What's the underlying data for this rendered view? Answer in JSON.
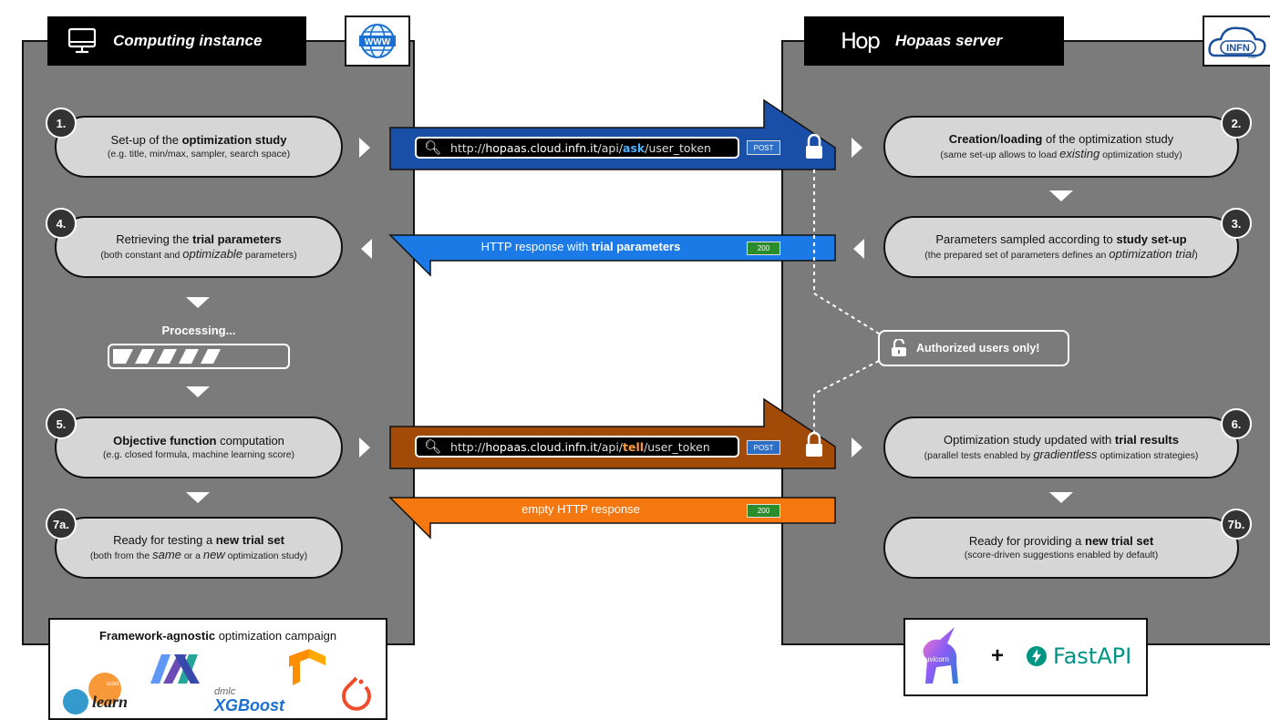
{
  "left_header": {
    "title": "Computing instance",
    "icon": "monitor-icon"
  },
  "right_header": {
    "title": "Hopaas server",
    "logo_text": "Hop"
  },
  "www_logo": {
    "text": "WWW"
  },
  "infn_logo": {
    "text": "INFN",
    "subtext": "CNAF"
  },
  "steps": {
    "s1": {
      "num": "1.",
      "title_pre": "Set-up of the ",
      "title_bold": "optimization study",
      "sub": "(e.g. title, min/max, sampler, search space)"
    },
    "s4": {
      "num": "4.",
      "title_pre": "Retrieving the ",
      "title_bold": "trial parameters",
      "sub_pre": "(both constant and ",
      "sub_it": "optimizable",
      "sub_post": " parameters)"
    },
    "s5": {
      "num": "5.",
      "title_bold": "Objective function",
      "title_post": " computation",
      "sub": "(e.g. closed formula, machine learning score)"
    },
    "s7a": {
      "num": "7a.",
      "title_pre": "Ready for testing a ",
      "title_bold": "new trial set",
      "sub_pre": "(both from the ",
      "sub_it1": "same",
      "sub_mid": " or a ",
      "sub_it2": "new",
      "sub_post": " optimization study)"
    },
    "s2": {
      "num": "2.",
      "title_bold1": "Creation",
      "title_sep": "/",
      "title_bold2": "loading",
      "title_post": " of the optimization study",
      "sub_pre": "(same set-up allows to load ",
      "sub_it": "existing",
      "sub_post": " optimization study)"
    },
    "s3": {
      "num": "3.",
      "title_pre": "Parameters sampled according to ",
      "title_bold": "study set-up",
      "sub_pre": "(the prepared set of parameters defines an ",
      "sub_it": "optimization trial",
      "sub_post": ")"
    },
    "s6": {
      "num": "6.",
      "title_pre": "Optimization study updated with ",
      "title_bold": "trial results",
      "sub_pre": "(parallel tests enabled by ",
      "sub_it": "gradientless",
      "sub_post": " optimization strategies)"
    },
    "s7b": {
      "num": "7b.",
      "title_pre": "Ready for providing a ",
      "title_bold": "new trial set",
      "sub": "(score-driven suggestions enabled by default)"
    }
  },
  "processing": {
    "label": "Processing..."
  },
  "ask_request": {
    "url_pre": "http://",
    "url_host": "hopaas.cloud.infn.it",
    "url_mid": "/api/",
    "url_action": "ask",
    "url_post": "/user_token",
    "method": "POST",
    "color": "#1a4fa8"
  },
  "ask_response": {
    "text_pre": "HTTP response with ",
    "text_bold": "trial parameters",
    "code": "200",
    "color": "#1b7ae6"
  },
  "tell_request": {
    "url_pre": "http://",
    "url_host": "hopaas.cloud.infn.it",
    "url_mid": "/api/",
    "url_action": "tell",
    "url_post": "/user_token",
    "method": "POST",
    "color": "#a24a07"
  },
  "tell_response": {
    "text": "empty HTTP response",
    "code": "200",
    "color": "#f5770f"
  },
  "auth": {
    "label": "Authorized users only!",
    "icon": "unlock-icon"
  },
  "frameworks": {
    "title_bold": "Framework-agnostic",
    "title_post": " optimization campaign",
    "items": [
      "learn",
      "JAX",
      "dmlc",
      "XGBoost"
    ],
    "sklearn_small": "scikit"
  },
  "server_stack": {
    "uvicorn": "uvicorn",
    "plus": "+",
    "fastapi": "FastAPI"
  }
}
